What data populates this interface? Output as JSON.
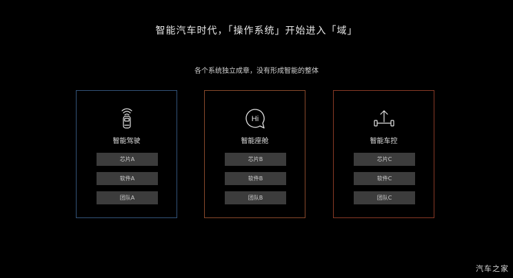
{
  "title": "智能汽车时代，「操作系统」开始进入「域」",
  "subtitle": "各个系统独立成章，没有形成智能的整体",
  "cards": [
    {
      "label": "智能驾驶",
      "icon": "autonomous-driving-icon",
      "border_color": "#33547a",
      "items": [
        "芯片A",
        "软件A",
        "团队A"
      ]
    },
    {
      "label": "智能座舱",
      "icon": "chat-bubble-hi-icon",
      "border_color": "#8a4a2c",
      "items": [
        "芯片B",
        "软件B",
        "团队B"
      ]
    },
    {
      "label": "智能车控",
      "icon": "vehicle-chassis-icon",
      "border_color": "#8a3a26",
      "items": [
        "芯片C",
        "软件C",
        "团队C"
      ]
    }
  ],
  "watermark": "汽车之家",
  "icon_text": {
    "hi": "Hi"
  }
}
